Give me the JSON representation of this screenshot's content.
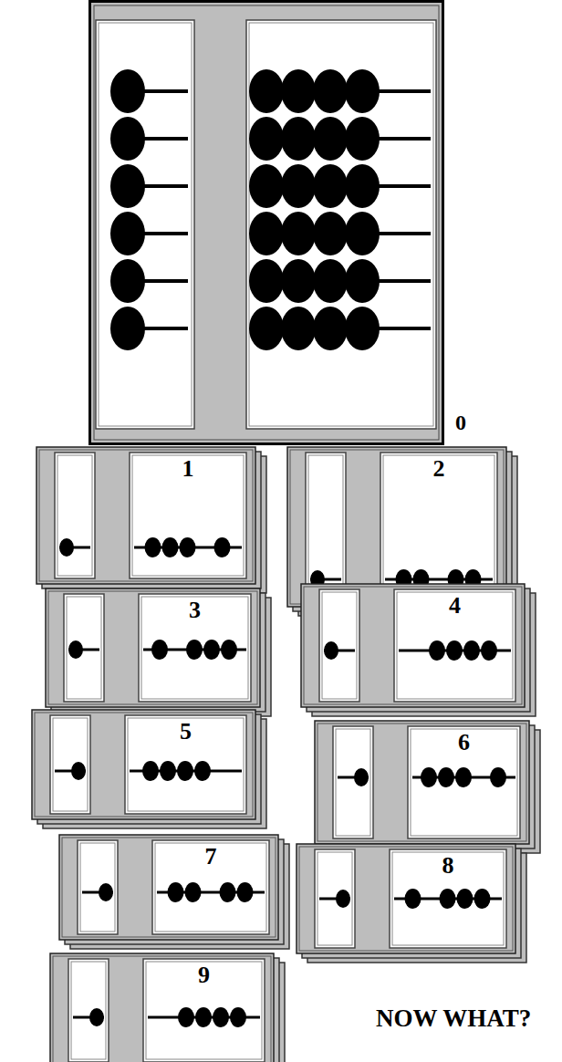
{
  "diagram": {
    "nodes": [
      {
        "text": [
          "0"
        ]
      },
      {
        "text": [
          "1"
        ]
      },
      {
        "text": [
          "2"
        ]
      },
      {
        "text": [
          "3"
        ]
      },
      {
        "text": [
          "4"
        ]
      },
      {
        "text": [
          "5"
        ]
      },
      {
        "text": [
          "6"
        ]
      },
      {
        "text": [
          "7"
        ]
      },
      {
        "text": [
          "8"
        ]
      },
      {
        "text": [
          "9"
        ]
      }
    ],
    "labels": [
      "NOW WHAT?"
    ]
  }
}
